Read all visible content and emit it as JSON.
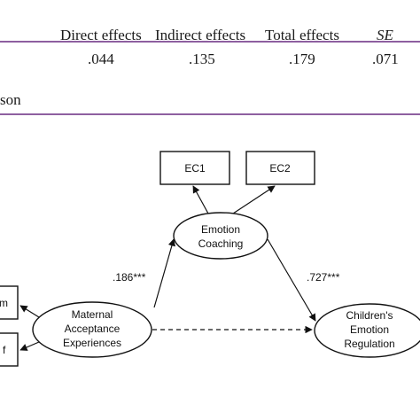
{
  "table": {
    "headers": [
      "Direct effects",
      "Indirect effects",
      "Total effects",
      "SE"
    ],
    "values": [
      ".044",
      ".135",
      ".179",
      ".071"
    ],
    "note_fragment": "son",
    "rule_color": "#8e5fa0"
  },
  "diagram": {
    "boxes": {
      "ec1": "EC1",
      "ec2": "EC2",
      "left_top": "m",
      "left_bottom": "f"
    },
    "nodes": {
      "emotion_coaching": [
        "Emotion",
        "Coaching"
      ],
      "maternal": [
        "Maternal",
        "Acceptance",
        "Experiences"
      ],
      "children": [
        "Children's",
        "Emotion",
        "Regulation"
      ]
    },
    "coefficients": {
      "left_path": ".186***",
      "right_path": ".727***"
    }
  }
}
